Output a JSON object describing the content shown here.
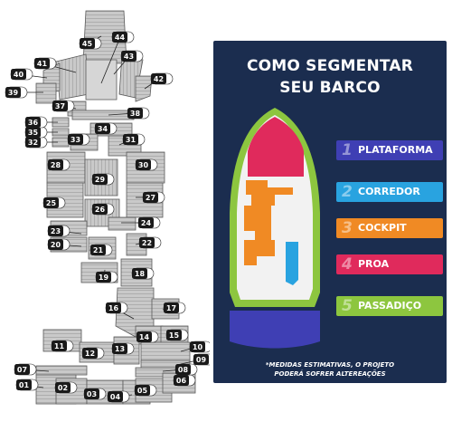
{
  "panel": {
    "title_line1": "COMO SEGMENTAR",
    "title_line2": "SEU BARCO",
    "note_line1": "*MEDIDAS ESTIMATIVAS, O PROJETO",
    "note_line2": "PODERÁ SOFRER ALTEREAÇÕES",
    "background": "#1b2d4f"
  },
  "legend": [
    {
      "num": "1",
      "label": "PLATAFORMA",
      "color": "#3f3fb4"
    },
    {
      "num": "2",
      "label": "CORREDOR",
      "color": "#29a3e0"
    },
    {
      "num": "3",
      "label": "COCKPIT",
      "color": "#f08a24"
    },
    {
      "num": "4",
      "label": "PROA",
      "color": "#e02a5c"
    },
    {
      "num": "5",
      "label": "PASSADIÇO",
      "color": "#8dc63f"
    }
  ],
  "parts": [
    {
      "id": "p01",
      "label": "01"
    },
    {
      "id": "p02",
      "label": "02"
    },
    {
      "id": "p03",
      "label": "03"
    },
    {
      "id": "p04",
      "label": "04"
    },
    {
      "id": "p05",
      "label": "05"
    },
    {
      "id": "p06",
      "label": "06"
    },
    {
      "id": "p07",
      "label": "07"
    },
    {
      "id": "p08",
      "label": "08"
    },
    {
      "id": "p09",
      "label": "09"
    },
    {
      "id": "p10",
      "label": "10"
    },
    {
      "id": "p11",
      "label": "11"
    },
    {
      "id": "p12",
      "label": "12"
    },
    {
      "id": "p13",
      "label": "13"
    },
    {
      "id": "p14",
      "label": "14"
    },
    {
      "id": "p15",
      "label": "15"
    },
    {
      "id": "p16",
      "label": "16"
    },
    {
      "id": "p17",
      "label": "17"
    },
    {
      "id": "p18",
      "label": "18"
    },
    {
      "id": "p19",
      "label": "19"
    },
    {
      "id": "p20",
      "label": "20"
    },
    {
      "id": "p21",
      "label": "21"
    },
    {
      "id": "p22",
      "label": "22"
    },
    {
      "id": "p23",
      "label": "23"
    },
    {
      "id": "p24",
      "label": "24"
    },
    {
      "id": "p25",
      "label": "25"
    },
    {
      "id": "p26",
      "label": "26"
    },
    {
      "id": "p27",
      "label": "27"
    },
    {
      "id": "p28",
      "label": "28"
    },
    {
      "id": "p29",
      "label": "29"
    },
    {
      "id": "p30",
      "label": "30"
    },
    {
      "id": "p31",
      "label": "31"
    },
    {
      "id": "p32",
      "label": "32"
    },
    {
      "id": "p33",
      "label": "33"
    },
    {
      "id": "p34",
      "label": "34"
    },
    {
      "id": "p35",
      "label": "35"
    },
    {
      "id": "p36",
      "label": "36"
    },
    {
      "id": "p37",
      "label": "37"
    },
    {
      "id": "p38",
      "label": "38"
    },
    {
      "id": "p39",
      "label": "39"
    },
    {
      "id": "p40",
      "label": "40"
    },
    {
      "id": "p41",
      "label": "41"
    },
    {
      "id": "p42",
      "label": "42"
    },
    {
      "id": "p43",
      "label": "43"
    },
    {
      "id": "p44",
      "label": "44"
    },
    {
      "id": "p45",
      "label": "45"
    }
  ]
}
